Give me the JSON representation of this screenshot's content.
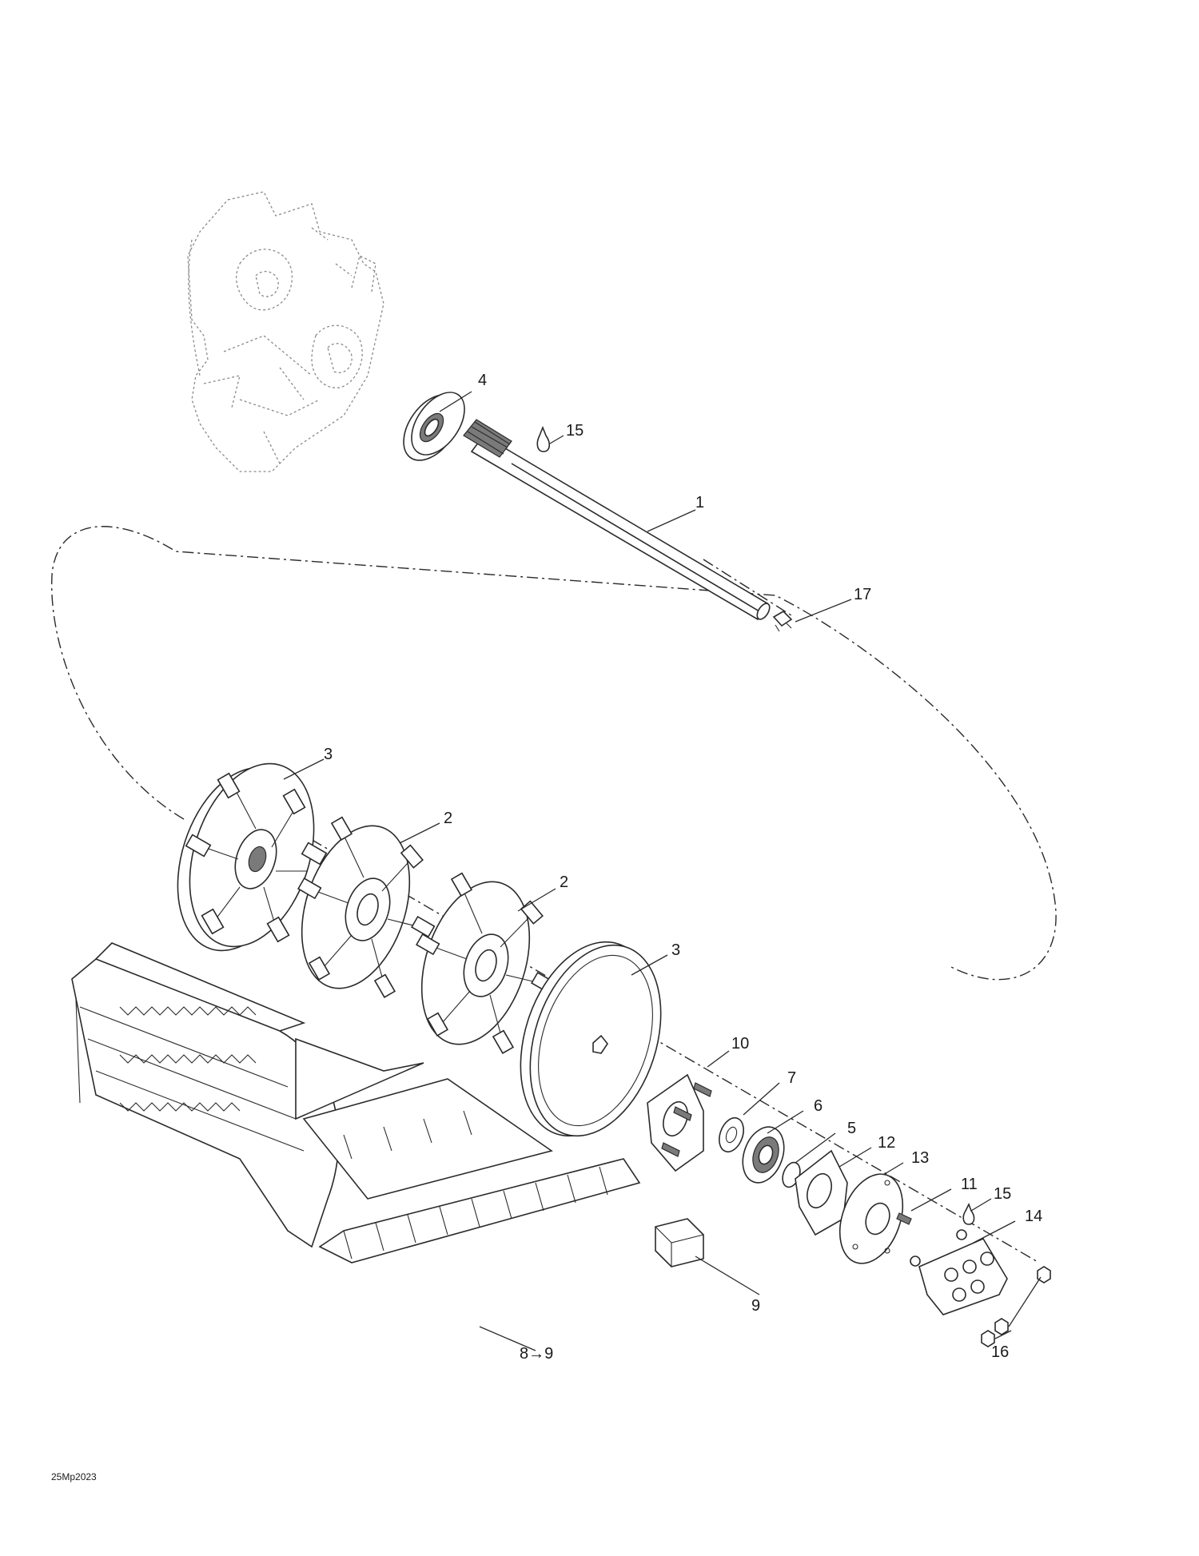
{
  "diagram": {
    "drawing_code": "25Mp2023",
    "callouts": [
      {
        "id": "c1",
        "label": "1"
      },
      {
        "id": "c2a",
        "label": "2"
      },
      {
        "id": "c2b",
        "label": "2"
      },
      {
        "id": "c3a",
        "label": "3"
      },
      {
        "id": "c3b",
        "label": "3"
      },
      {
        "id": "c4",
        "label": "4"
      },
      {
        "id": "c5",
        "label": "5"
      },
      {
        "id": "c6",
        "label": "6"
      },
      {
        "id": "c7",
        "label": "7"
      },
      {
        "id": "c8",
        "label": "8→9"
      },
      {
        "id": "c9",
        "label": "9"
      },
      {
        "id": "c10",
        "label": "10"
      },
      {
        "id": "c11",
        "label": "11"
      },
      {
        "id": "c12",
        "label": "12"
      },
      {
        "id": "c13",
        "label": "13"
      },
      {
        "id": "c14",
        "label": "14"
      },
      {
        "id": "c15a",
        "label": "15"
      },
      {
        "id": "c15b",
        "label": "15"
      },
      {
        "id": "c16",
        "label": "16"
      },
      {
        "id": "c17",
        "label": "17"
      }
    ]
  }
}
